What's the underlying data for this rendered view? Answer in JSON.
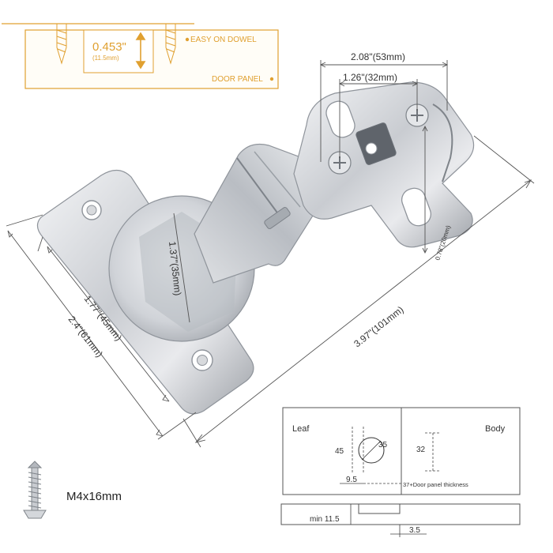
{
  "callout": {
    "measure": "0.453\"",
    "measure_mm": "(11.5mm)",
    "easy_label": "EASY ON DOWEL",
    "panel_label": "DOOR PANEL",
    "accent": "#e0a030"
  },
  "dimensions": {
    "top_width": "2.08\"(53mm)",
    "mid_width": "1.26\"(32mm)",
    "plate_height": "0.78\"(20mm)",
    "overall_length": "3.97\"(101mm)",
    "cup_diameter": "1.37\"(35mm)",
    "leaf_hole_spacing": "1.77\"(45mm)",
    "leaf_length": "2.4\"(61mm)"
  },
  "drilling": {
    "leaf": "Leaf",
    "body": "Body",
    "d45": "45",
    "d35": "35",
    "d32": "32",
    "d9_5": "9.5",
    "offset_note": "37+Door panel thickness",
    "min_label": "min 11.5",
    "d3_5": "3.5"
  },
  "screw": {
    "label": "M4x16mm"
  }
}
